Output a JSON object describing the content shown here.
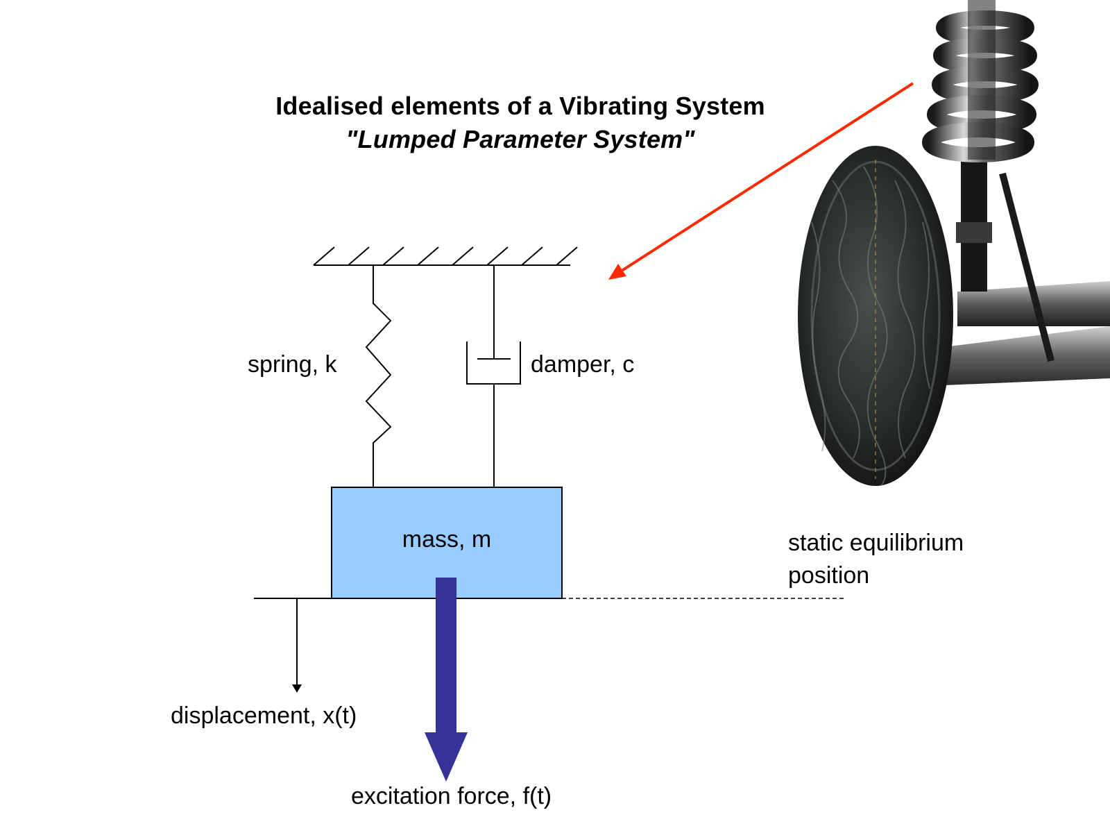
{
  "title": {
    "line1": "Idealised elements of a Vibrating System",
    "line2": "\"Lumped Parameter System\""
  },
  "labels": {
    "spring": "spring, k",
    "damper": "damper, c",
    "mass": "mass, m",
    "static_line1": "static equilibrium",
    "static_line2": "position",
    "displacement": "displacement, x(t)",
    "force": "excitation force, f(t)"
  },
  "colors": {
    "mass_fill": "#99ccff",
    "force_arrow": "#333399",
    "pointer_arrow": "#ff2a00",
    "line": "#000000"
  },
  "photo": {
    "icon": "car-suspension-wheel-photo"
  }
}
